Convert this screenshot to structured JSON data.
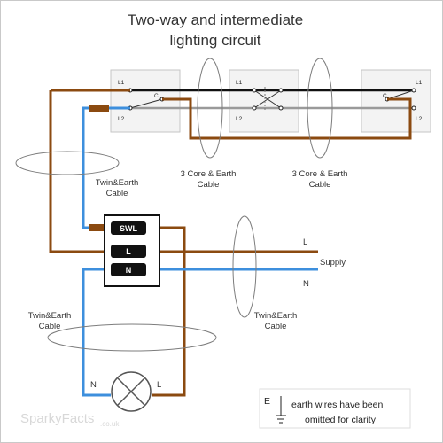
{
  "title": {
    "line1": "Two-way and intermediate",
    "line2": "lighting circuit"
  },
  "switches": {
    "left": {
      "l1": "L1",
      "c": "C",
      "l2": "L2"
    },
    "middle": {
      "l1": "L1",
      "l2": "L2"
    },
    "right": {
      "l1": "L1",
      "c": "C",
      "l2": "L2"
    }
  },
  "cables": {
    "twin_earth_top": {
      "line1": "Twin&Earth",
      "line2": "Cable"
    },
    "three_core_1": {
      "line1": "3 Core & Earth",
      "line2": "Cable"
    },
    "three_core_2": {
      "line1": "3 Core & Earth",
      "line2": "Cable"
    },
    "twin_earth_left": {
      "line1": "Twin&Earth",
      "line2": "Cable"
    },
    "twin_earth_supply": {
      "line1": "Twin&Earth",
      "line2": "Cable"
    }
  },
  "ceiling_rose": {
    "swl": "SWL",
    "l": "L",
    "n": "N"
  },
  "supply": {
    "l": "L",
    "label": "Supply",
    "n": "N"
  },
  "lamp": {
    "n": "N",
    "l": "L"
  },
  "earth_note": {
    "e": "E",
    "line1": "earth wires have been",
    "line2": "omitted for clarity"
  },
  "watermark": {
    "brand": "SparkyFacts",
    "tld": ".co.uk"
  },
  "colors": {
    "live": "#8b4a10",
    "neutral": "#3d8fdd",
    "strapper_grey": "#9a9a9a",
    "text": "#333333"
  }
}
